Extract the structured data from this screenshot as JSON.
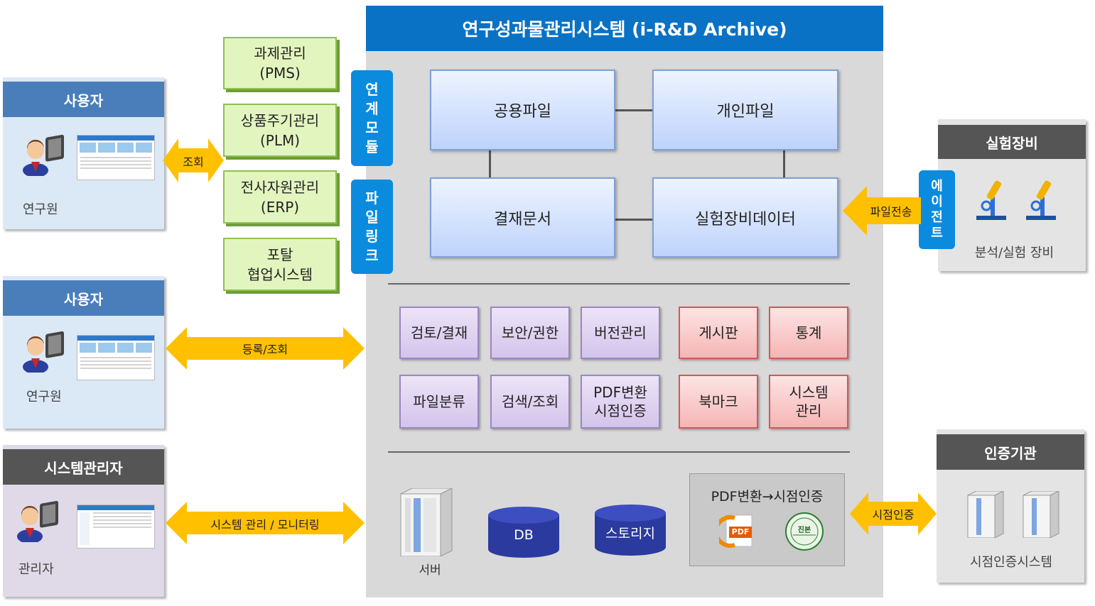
{
  "title": "연구성과물관리시스템 (i-R&D Archive)",
  "users_panel_1": {
    "header": "사용자",
    "person": "연구원"
  },
  "users_panel_2": {
    "header": "사용자",
    "person": "연구원"
  },
  "admin_panel": {
    "header": "시스템관리자",
    "person": "관리자"
  },
  "arrows": {
    "query": "조회",
    "register_query": "등록/조회",
    "sys_admin": "시스템 관리 / 모니터링",
    "file_transfer": "파일전송",
    "timestamp": "시점인증"
  },
  "integration_systems": [
    {
      "line1": "과제관리",
      "line2": "(PMS)"
    },
    {
      "line1": "상품주기관리",
      "line2": "(PLM)"
    },
    {
      "line1": "전사자원관리",
      "line2": "(ERP)"
    },
    {
      "line1": "포탈",
      "line2": "협업시스템"
    }
  ],
  "tags": {
    "integration": [
      "연",
      "계",
      "모",
      "듈"
    ],
    "file_link": [
      "파",
      "일",
      "링",
      "크"
    ],
    "agent": [
      "에",
      "이",
      "전",
      "트"
    ]
  },
  "data_boxes": {
    "shared": "공용파일",
    "personal": "개인파일",
    "approval": "결재문서",
    "equipment": "실험장비데이터"
  },
  "functions_purple": [
    {
      "line1": "검토/결재"
    },
    {
      "line1": "보안/권한"
    },
    {
      "line1": "버전관리"
    },
    {
      "line1": "파일분류"
    },
    {
      "line1": "검색/조회"
    },
    {
      "line1": "PDF변환",
      "line2": "시점인증"
    }
  ],
  "functions_red": [
    {
      "line1": "게시판"
    },
    {
      "line1": "통계"
    },
    {
      "line1": "북마크"
    },
    {
      "line1": "시스템",
      "line2": "관리"
    }
  ],
  "infra": {
    "server": "서버",
    "db": "DB",
    "storage": "스토리지",
    "pdf_title": "PDF변환→시점인증",
    "pdf_icon": "PDF",
    "seal_text": "진본"
  },
  "equipment_panel": {
    "header": "실험장비",
    "caption": "분석/실험 장비"
  },
  "cert_panel": {
    "header": "인증기관",
    "caption": "시점인증시스템"
  },
  "colors": {
    "title_bar": "#0a72c4",
    "tag_blue": "#0a8bde",
    "arrow": "#ffc000",
    "panel_blue": "#4a7ebb"
  }
}
